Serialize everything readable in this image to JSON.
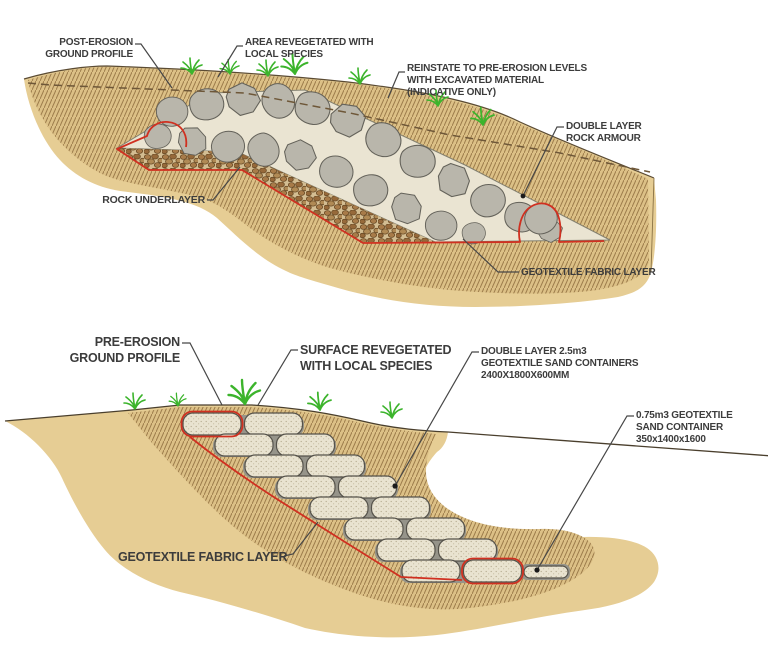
{
  "colors": {
    "sand_fill": "#e6cd94",
    "hatch_base": "#dcc086",
    "hatch_line": "#8d6c3c",
    "excavation_cream": "#eae4d2",
    "rock_grey": "#b9b6ab",
    "rock_outline": "#64625a",
    "underlayer_pebble": "#a87b49",
    "geotextile_red": "#d03020",
    "grass_green": "#3cb42c",
    "label_text": "#3c3c3c"
  },
  "top_diagram": {
    "labels": {
      "post_erosion": {
        "lines": [
          "POST-EROSION",
          "GROUND PROFILE"
        ]
      },
      "area_revegetated": {
        "lines": [
          "AREA REVEGETATED WITH",
          "LOCAL SPECIES"
        ]
      },
      "reinstate": {
        "lines": [
          "REINSTATE TO PRE-EROSION LEVELS",
          "WITH EXCAVATED MATERIAL",
          "(INDICATIVE ONLY)"
        ]
      },
      "double_layer_rock_armour": {
        "lines": [
          "DOUBLE LAYER",
          "ROCK ARMOUR"
        ]
      },
      "rock_underlayer": {
        "lines": [
          "ROCK UNDERLAYER"
        ]
      },
      "geotextile_fabric_layer": {
        "lines": [
          "GEOTEXTILE FABRIC LAYER"
        ]
      }
    }
  },
  "bottom_diagram": {
    "labels": {
      "pre_erosion": {
        "lines": [
          "PRE-EROSION",
          "GROUND PROFILE"
        ]
      },
      "surface_revegetated": {
        "lines": [
          "SURFACE REVEGETATED",
          "WITH LOCAL SPECIES"
        ]
      },
      "sand_containers_2_5m3": {
        "lines": [
          "DOUBLE LAYER 2.5m3",
          "GEOTEXTILE SAND CONTAINERS",
          "2400X1800X600MM"
        ]
      },
      "sand_container_0_75m3": {
        "lines": [
          "0.75m3 GEOTEXTILE",
          "SAND CONTAINER",
          "350x1400x1600"
        ]
      },
      "geotextile_fabric_layer": {
        "lines": [
          "GEOTEXTILE FABRIC LAYER"
        ]
      }
    }
  }
}
